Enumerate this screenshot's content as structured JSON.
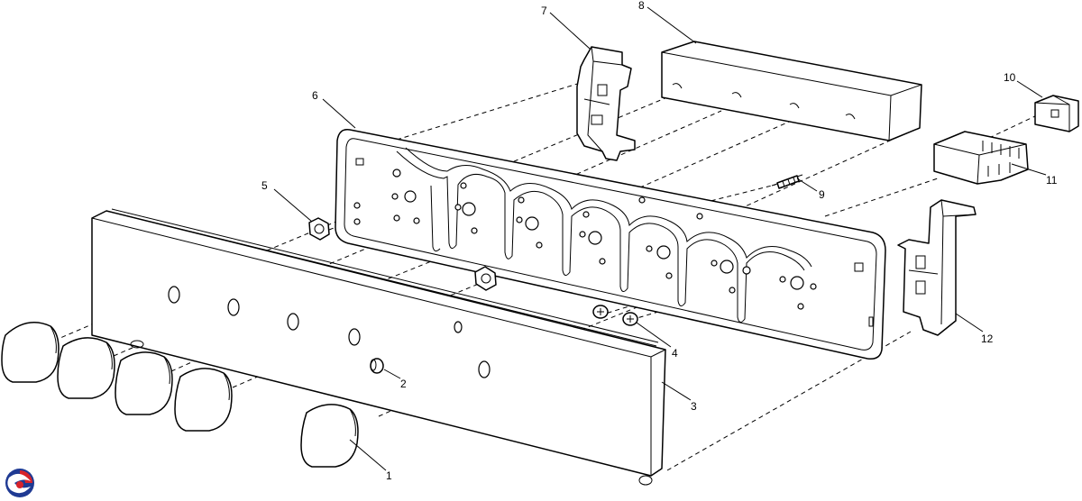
{
  "callouts": {
    "c1": "1",
    "c2": "2",
    "c3": "3",
    "c4": "4",
    "c5": "5",
    "c6": "6",
    "c7": "7",
    "c8": "8",
    "c9": "9",
    "c10": "10",
    "c11": "11",
    "c12": "12"
  },
  "colors": {
    "line": "#000000",
    "background": "#ffffff",
    "logo_red": "#d8232a",
    "logo_blue": "#1f3a93"
  }
}
